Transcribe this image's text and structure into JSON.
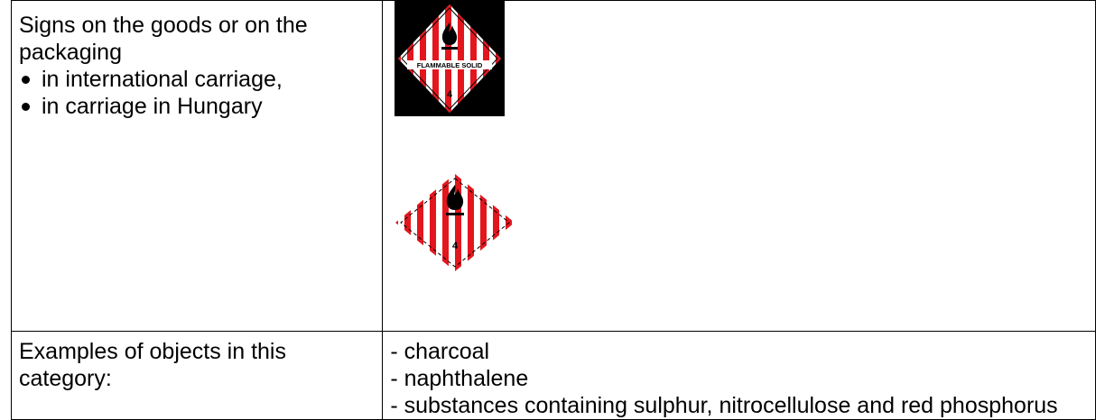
{
  "signs_row": {
    "heading": "Signs on the goods or on the packaging",
    "bullets": [
      "in international carriage,",
      "in carriage in Hungary"
    ],
    "label_black": {
      "caption": "FLAMMABLE SOLID",
      "class_number": "4",
      "icon": "flame-icon",
      "background_color": "#000000",
      "stripe_color": "#e3161d"
    },
    "label_white": {
      "class_number": "4",
      "icon": "flame-icon",
      "stripe_color": "#e3161d"
    }
  },
  "examples_row": {
    "heading": "Examples of objects in this category:",
    "items": [
      "- charcoal",
      "- naphthalene",
      "- substances containing sulphur, nitrocellulose and red phosphorus"
    ]
  }
}
